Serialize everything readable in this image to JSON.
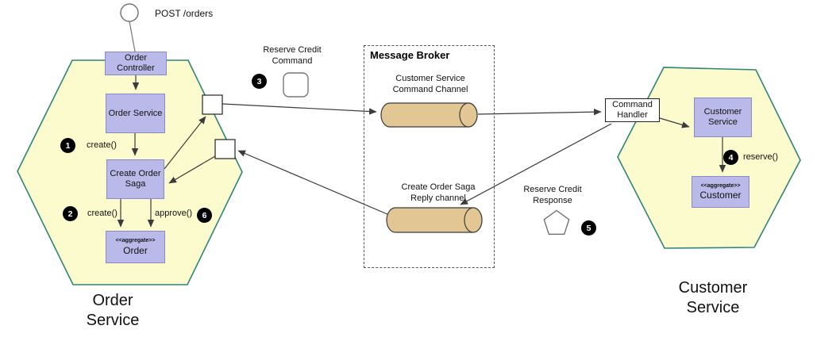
{
  "colors": {
    "hexagon_fill": "#FBFBCE",
    "hexagon_border": "#2E8577",
    "module_fill": "#B9B9EA",
    "module_border": "#8A8AC8",
    "channel_fill": "#E2C794",
    "line": "#3B3B3B",
    "badge_bg": "#000000",
    "badge_text": "#FFFFFF"
  },
  "start": {
    "label": "POST /orders"
  },
  "order_service": {
    "hexagon_label": "Order Service",
    "controller": "Order Controller",
    "service": "Order Service",
    "saga": "Create Order Saga",
    "aggregate_stereotype": "<<aggregate>>",
    "aggregate_name": "Order"
  },
  "steps": {
    "s1": {
      "num": "1",
      "label": "create()"
    },
    "s2": {
      "num": "2",
      "label": "create()"
    },
    "s3": {
      "num": "3"
    },
    "s4": {
      "num": "4",
      "label": "reserve()"
    },
    "s5": {
      "num": "5"
    },
    "s6": {
      "num": "6",
      "label": "approve()"
    }
  },
  "messages": {
    "reserve_credit_command": "Reserve Credit Command",
    "reserve_credit_response": "Reserve Credit Response"
  },
  "broker": {
    "title": "Message Broker",
    "command_channel": "Customer Service Command Channel",
    "reply_channel": "Create Order Saga Reply channel"
  },
  "customer_service": {
    "hexagon_label": "Customer Service",
    "command_handler": "Command Handler",
    "service": "Customer Service",
    "aggregate_stereotype": "<<aggregate>>",
    "aggregate_name": "Customer"
  }
}
